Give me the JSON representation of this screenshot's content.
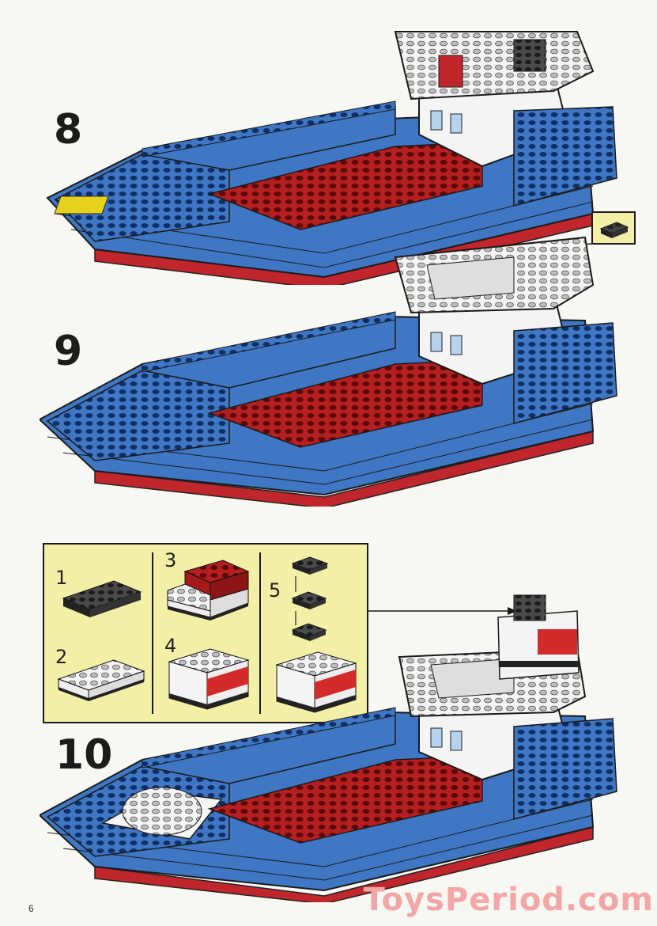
{
  "steps": {
    "step8": "8",
    "step9": "9",
    "step10": "10"
  },
  "inset": {
    "sub1": "1",
    "sub2": "2",
    "sub3": "3",
    "sub4": "4",
    "sub5": "5"
  },
  "footer": {
    "page_number": "6",
    "watermark": "ToysPeriod.com"
  },
  "colors": {
    "hull_blue": "#3f77c4",
    "deck_red": "#b51f1f",
    "cabin_white": "#f4f4f4",
    "inset_yellow": "#f3efa6",
    "brick_dark": "#3a3a3a"
  },
  "icons": [
    "lego-boat-illustration",
    "lego-brick-icon",
    "arrow-icon"
  ]
}
